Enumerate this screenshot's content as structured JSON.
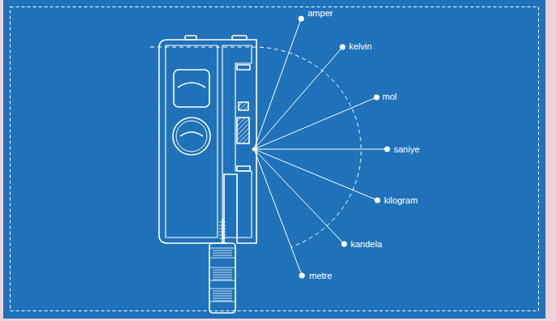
{
  "diagram": {
    "labels": [
      "amper",
      "kelvin",
      "mol",
      "saniye",
      "kilogram",
      "kandela",
      "metre"
    ]
  }
}
